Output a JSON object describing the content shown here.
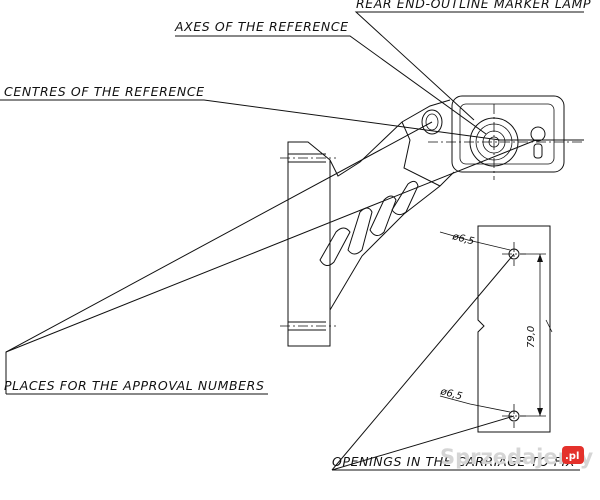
{
  "labels": {
    "rear_lamp": "REAR END-OUTLINE MARKER LAMP",
    "axes_reference": "AXES OF THE REFERENCE",
    "centres_reference": "CENTRES OF THE REFERENCE",
    "approval_places": "PLACES FOR THE APPROVAL NUMBERS",
    "openings_fix": "OPENINGS IN THE CARRIAGE TO FIX"
  },
  "dimensions": {
    "hole_diameter_top": "ø6,5",
    "hole_diameter_bottom": "ø6,5",
    "hole_spacing": "79,0"
  },
  "watermark": {
    "text": "Sprzedajemy",
    "badge": ".pl",
    "badge_color": "#e4312b"
  },
  "colors": {
    "line": "#111111",
    "background": "#ffffff",
    "watermark_text": "#d5d5d5"
  }
}
